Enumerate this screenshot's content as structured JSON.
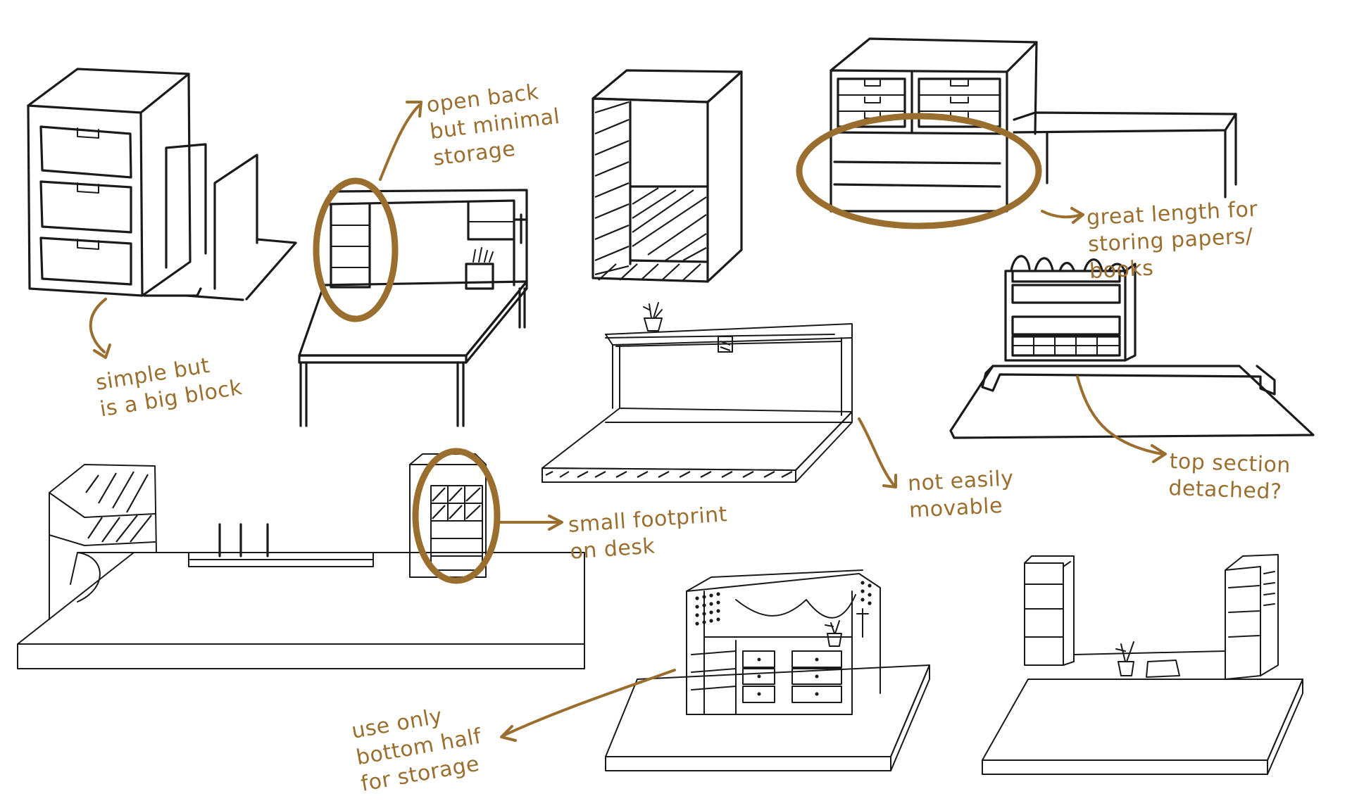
{
  "colors": {
    "annotation": "#9a6e2e",
    "ink": "#1a1a1a",
    "background": "#ffffff"
  },
  "annotations": {
    "simple_block": "simple but\nis a big block",
    "open_back": "open back\nbut minimal\nstorage",
    "great_length": "great length for\nstoring papers/\nbooks",
    "top_detached": "top section\ndetached?",
    "not_movable": "not easily\nmovable",
    "small_footprint": "small footprint\non desk",
    "bottom_half": "use only\nbottom half\nfor storage"
  }
}
